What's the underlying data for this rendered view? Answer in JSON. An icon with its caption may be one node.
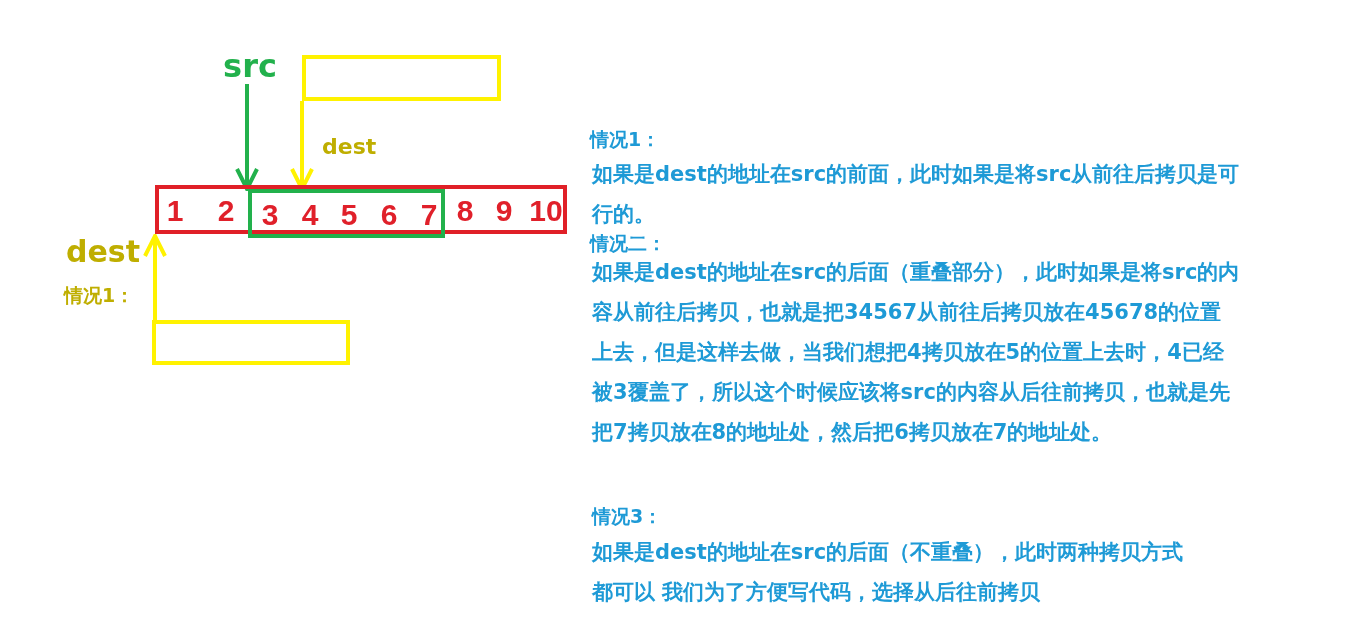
{
  "diagram": {
    "nodes": [
      {
        "text": [
          "1",
          "2",
          "8",
          "9",
          "10"
        ]
      },
      {
        "text": [
          "3",
          "4",
          "5",
          "6",
          "7"
        ],
        "in": 0
      },
      {
        "text": [
          "src"
        ]
      },
      {
        "text": [],
        "shape": "box"
      },
      {
        "text": [],
        "shape": "box"
      }
    ],
    "edges": [
      {
        "from": 2,
        "to": 1,
        "arrow": "to",
        "color": "#22b14c"
      },
      {
        "from": 3,
        "to": 1,
        "arrow": "to",
        "label": "dest",
        "color": "#fff200"
      },
      {
        "from": 4,
        "to": 0,
        "arrow": "to",
        "label": "dest",
        "color": "#fff200"
      }
    ],
    "labels": [
      "情况1：",
      "如果是dest的地址在src的前面，此时如果是将src从前往后拷贝是可行的。",
      "情况二：",
      "如果是dest的地址在src的后面（重叠部分），此时如果是将src的内容从前往后拷贝，也就是把34567从前往后拷贝放在45678的位置上去，但是这样去做，当我们想把4拷贝放在5的位置上去时，4已经被3覆盖了，所以这个时候应该将src的内容从后往前拷贝，也就是先把7拷贝放在8的地址处，然后把6拷贝放在7的地址处。",
      "情况1：",
      "情况3：",
      "如果是dest的地址在src的后面（不重叠），此时两种拷贝方式都可以 我们为了方便写代码，选择从后往前拷贝"
    ]
  }
}
